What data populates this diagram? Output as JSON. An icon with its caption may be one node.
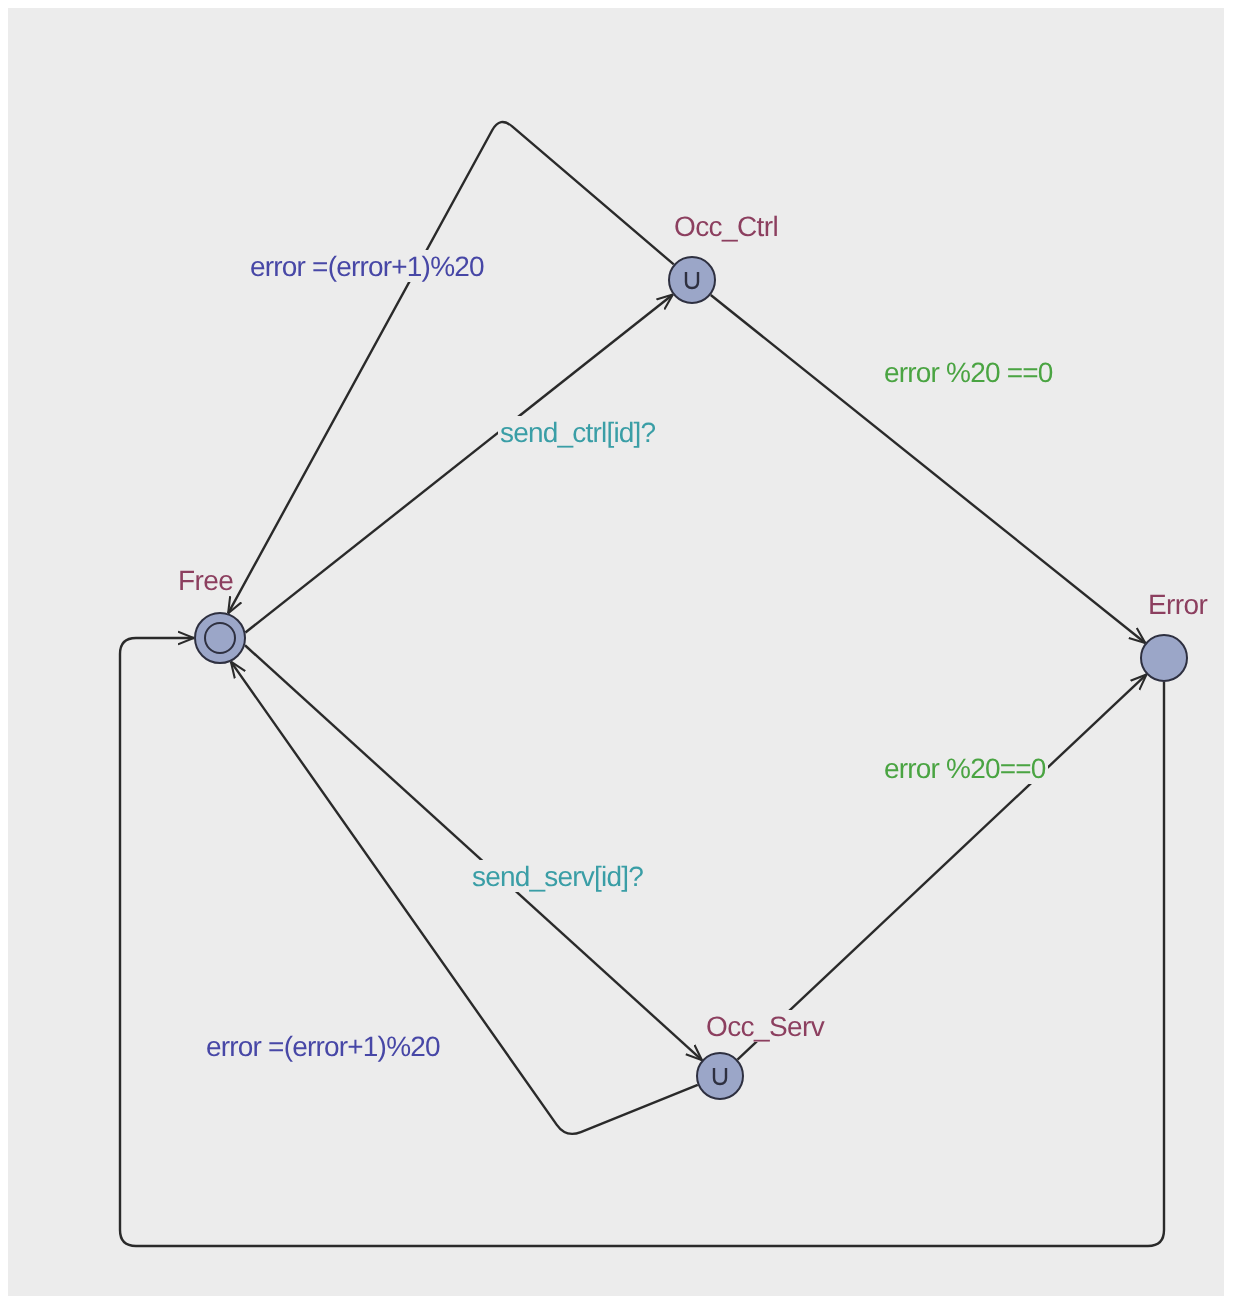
{
  "diagram": {
    "nodes": [
      {
        "text": [
          "Free"
        ]
      },
      {
        "text": [
          "Occ_Ctrl"
        ]
      },
      {
        "text": [
          "Occ_Serv"
        ]
      },
      {
        "text": [
          "Error"
        ]
      }
    ],
    "edges": [
      {
        "from": 0,
        "to": 1,
        "arrow": "to",
        "label": "send_ctrl[id]?"
      },
      {
        "from": 1,
        "to": 0,
        "arrow": "to",
        "label": "error =(error+1)%20"
      },
      {
        "from": 1,
        "to": 3,
        "arrow": "to",
        "label": "error %20 ==0"
      },
      {
        "from": 0,
        "to": 2,
        "arrow": "to",
        "label": "send_serv[id]?"
      },
      {
        "from": 2,
        "to": 0,
        "arrow": "to",
        "label": "error =(error+1)%20"
      },
      {
        "from": 2,
        "to": 3,
        "arrow": "to",
        "label": "error %20==0"
      },
      {
        "from": 3,
        "to": 0,
        "arrow": "to"
      }
    ]
  }
}
